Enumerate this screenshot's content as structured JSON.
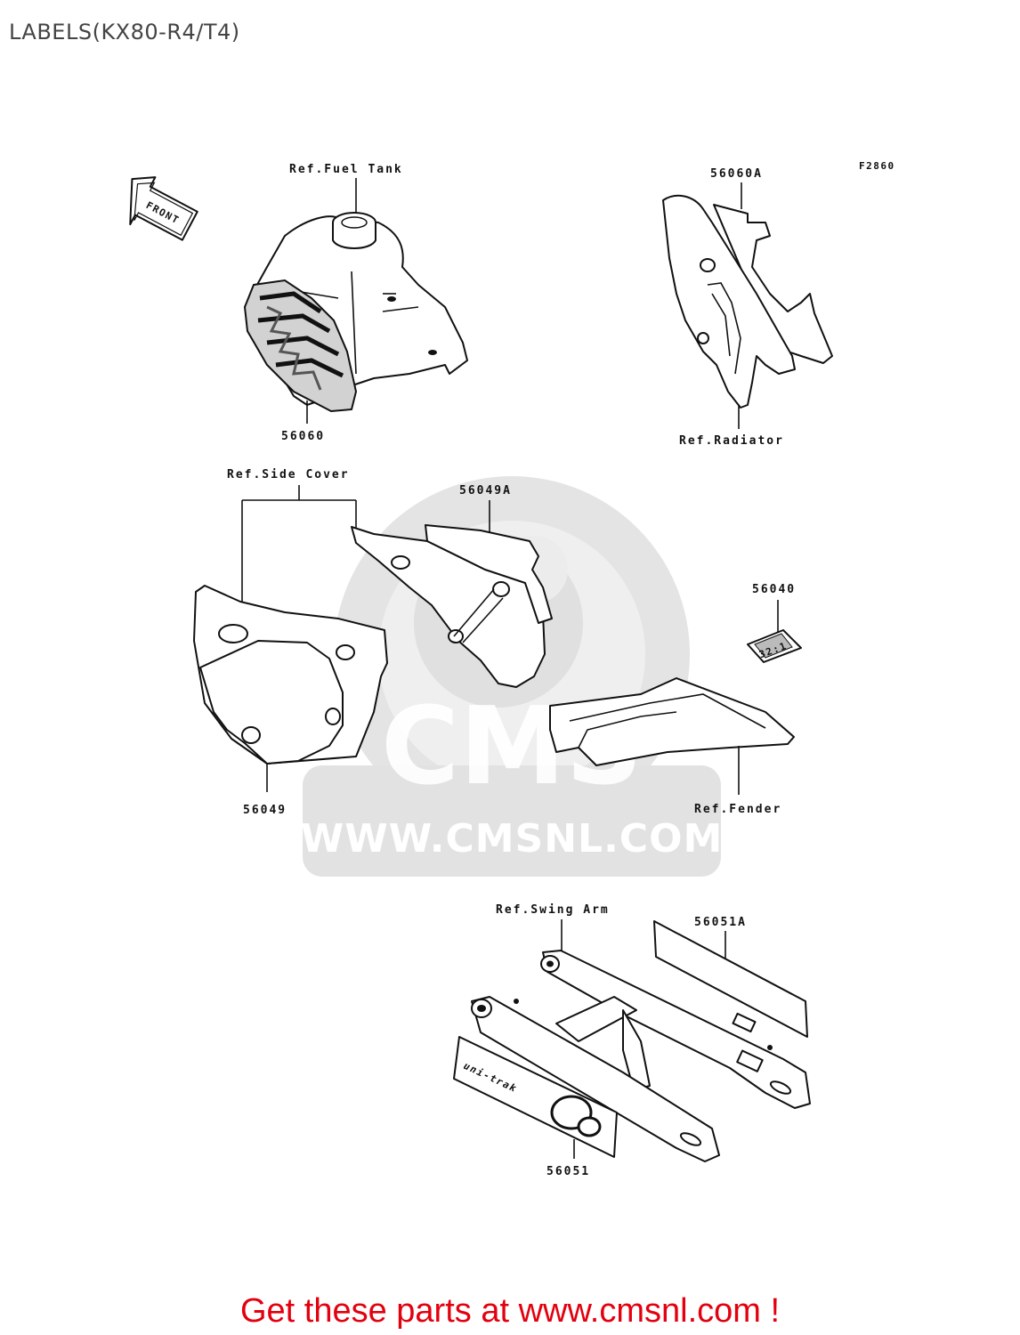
{
  "page_title": "LABELS(KX80-R4/T4)",
  "figure_code": "F2860",
  "front_arrow_text": "FRONT",
  "labels": {
    "ref_fuel_tank": "Ref.Fuel Tank",
    "p56060": "56060",
    "p56060a": "56060A",
    "ref_radiator": "Ref.Radiator",
    "ref_side_cover": "Ref.Side Cover",
    "p56049a": "56049A",
    "p56040": "56040",
    "p56049": "56049",
    "ref_fender": "Ref.Fender",
    "ref_swing_arm": "Ref.Swing Arm",
    "p56051a": "56051A",
    "p56051": "56051"
  },
  "decal_text_56040": "32:1",
  "decal_text_56051": "uni-trak",
  "watermark": {
    "logo_text": "CMS",
    "url": "WWW.CMSNL.COM"
  },
  "footer_cta": "Get these parts at www.cmsnl.com !"
}
